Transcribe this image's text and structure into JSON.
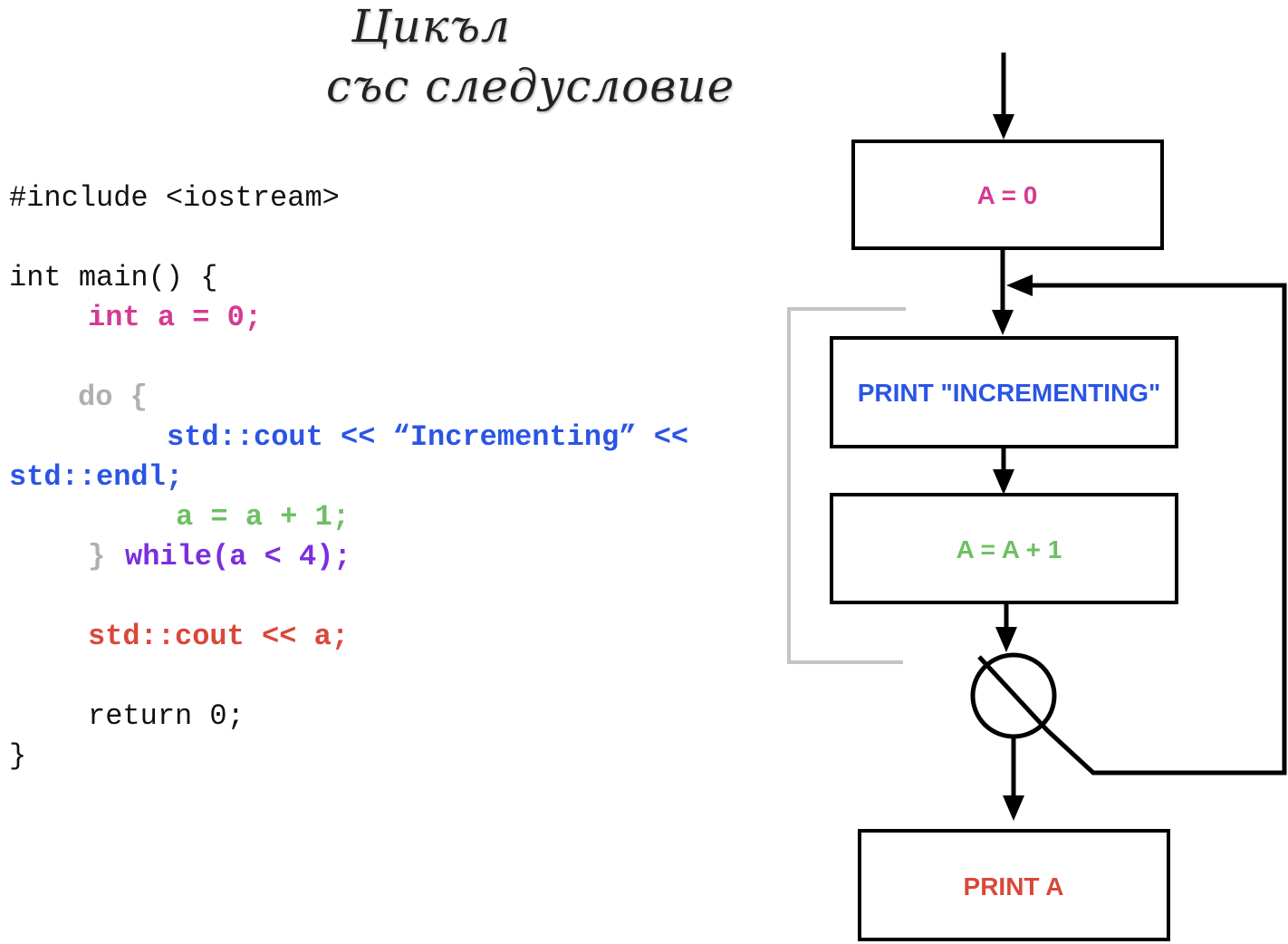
{
  "title": {
    "line1": "Цикъл",
    "line2": "със следусловие"
  },
  "code": {
    "include": "#include <iostream>",
    "main_open": "int main() {",
    "init": "int a = 0;",
    "do_open": "do {",
    "cout_part1": "std::cout << “Incrementing” <<",
    "cout_part2": "std::endl;",
    "increment": "a = a + 1;",
    "close_brace": "}",
    "while_cond": "while(a < 4);",
    "cout_result": "std::cout << a;",
    "return_stmt": "return 0;",
    "main_close": "}"
  },
  "flowchart": {
    "init_box": "A = 0",
    "print_box": "PRINT \"INCREMENTING\"",
    "increment_box": "A = A + 1",
    "result_box": "PRINT A"
  },
  "colors": {
    "init": "#d63a92",
    "do": "#b0b0b0",
    "print": "#2a55e5",
    "increment": "#6cc063",
    "while": "#7a2ee0",
    "result": "#d9483b",
    "default": "#111111",
    "bracket": "#c4c4c4"
  }
}
